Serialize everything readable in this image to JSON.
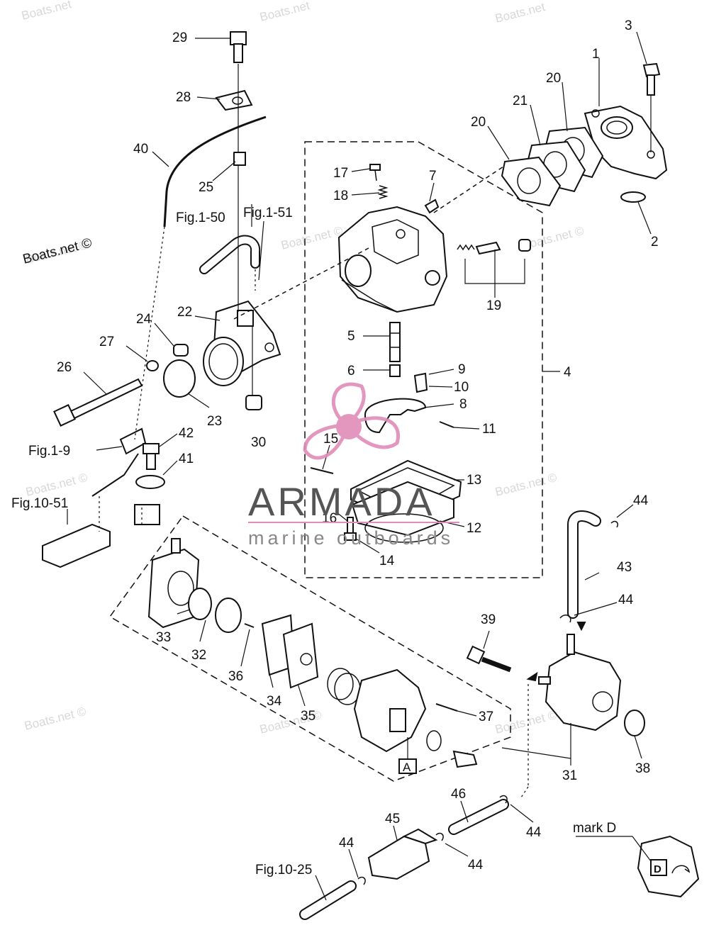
{
  "watermark": "Boats.net",
  "copyright_watermark": "Boats.net ©",
  "brand": {
    "name": "ARMADA",
    "tagline": "marine outboards"
  },
  "callouts": [
    "1",
    "2",
    "3",
    "4",
    "5",
    "6",
    "7",
    "8",
    "9",
    "10",
    "11",
    "12",
    "13",
    "14",
    "15",
    "16",
    "17",
    "18",
    "19",
    "20",
    "21",
    "22",
    "23",
    "24",
    "25",
    "26",
    "27",
    "28",
    "29",
    "30",
    "31",
    "32",
    "33",
    "34",
    "35",
    "36",
    "37",
    "38",
    "39",
    "40",
    "41",
    "42",
    "43",
    "44",
    "45",
    "46"
  ],
  "figure_refs": {
    "fig_1_50": "Fig.1-50",
    "fig_1_51": "Fig.1-51",
    "fig_1_9": "Fig.1-9",
    "fig_10_51": "Fig.10-51",
    "fig_10_25": "Fig.10-25"
  },
  "mark_d": {
    "label": "mark D",
    "glyph": "D"
  },
  "box_label": "A",
  "icons": {
    "logo": "propeller-logo-icon"
  },
  "colors": {
    "line": "#111111",
    "logo_pink": "#e08bb8",
    "brand_grey": "#555555"
  }
}
